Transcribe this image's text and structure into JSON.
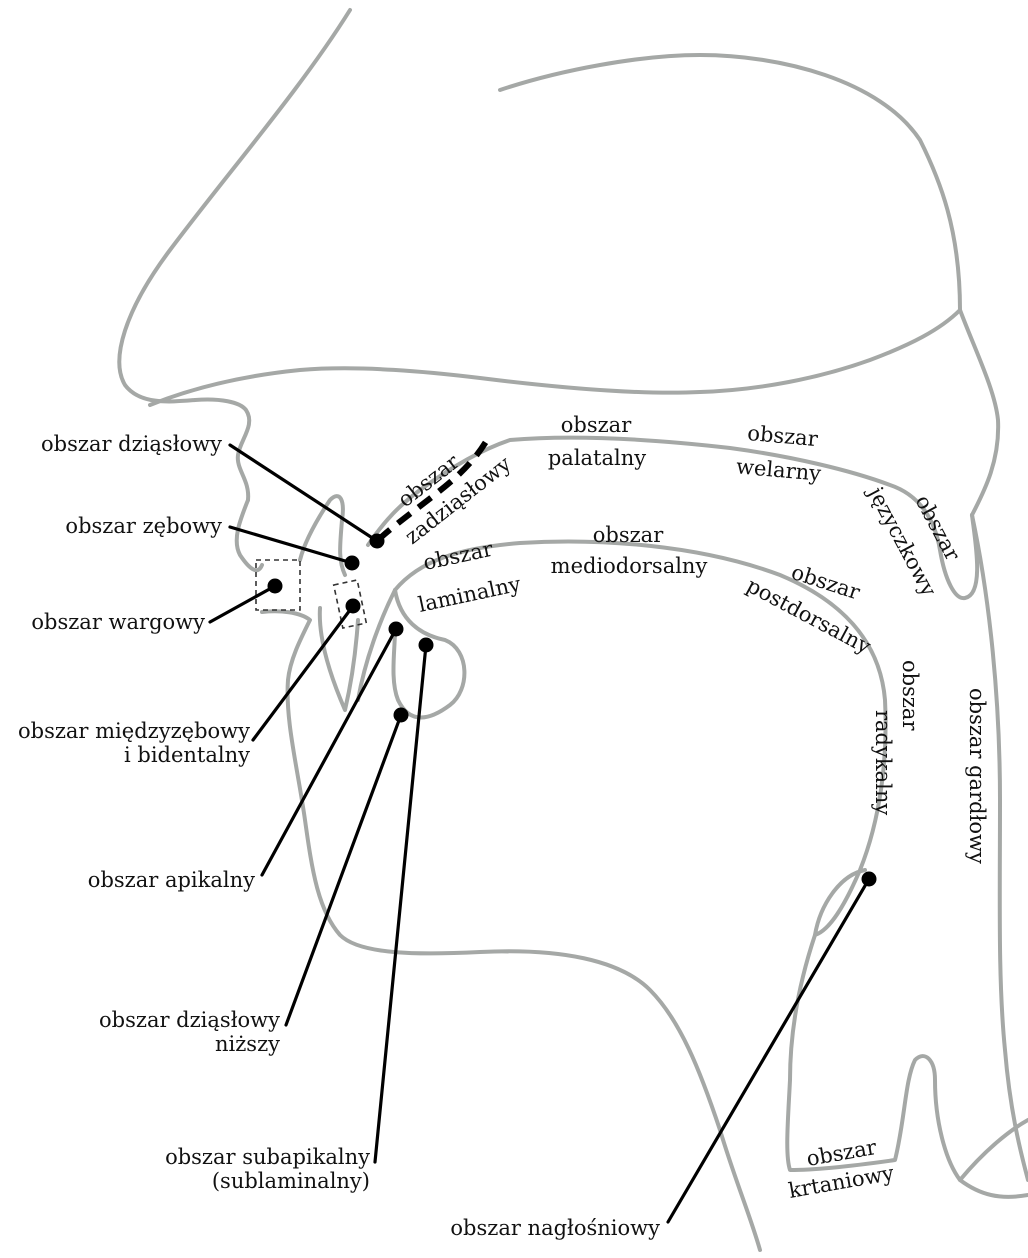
{
  "labels": {
    "dziaslowy": "obszar dziąsłowy",
    "zebowy": "obszar zębowy",
    "wargowy": "obszar wargowy",
    "miedzyzebowy_1": "obszar międzyzębowy",
    "miedzyzebowy_2": "i bidentalny",
    "apikalny": "obszar apikalny",
    "dziaslowy_nizszy_1": "obszar dziąsłowy",
    "dziaslowy_nizszy_2": "niższy",
    "subapikalny_1": "obszar subapikalny",
    "subapikalny_2": "(sublaminalny)",
    "naglosniowy": "obszar nagłośniowy",
    "zadziaslowy_1": "obszar",
    "zadziaslowy_2": "zadziąsłowy",
    "palatalny_1": "obszar",
    "palatalny_2": "palatalny",
    "welarny_1": "obszar",
    "welarny_2": "welarny",
    "jezyczkowy_1": "obszar",
    "jezyczkowy_2": "języczkowy",
    "laminalny_1": "obszar",
    "laminalny_2": "laminalny",
    "mediodorsalny_1": "obszar",
    "mediodorsalny_2": "mediodorsalny",
    "postdorsalny_1": "obszar",
    "postdorsalny_2": "postdorsalny",
    "radykalny_1": "obszar",
    "radykalny_2": "radykalny",
    "gardlowy": "obszar gardłowy",
    "krtaniowy_1": "obszar",
    "krtaniowy_2": "krtaniowy"
  }
}
